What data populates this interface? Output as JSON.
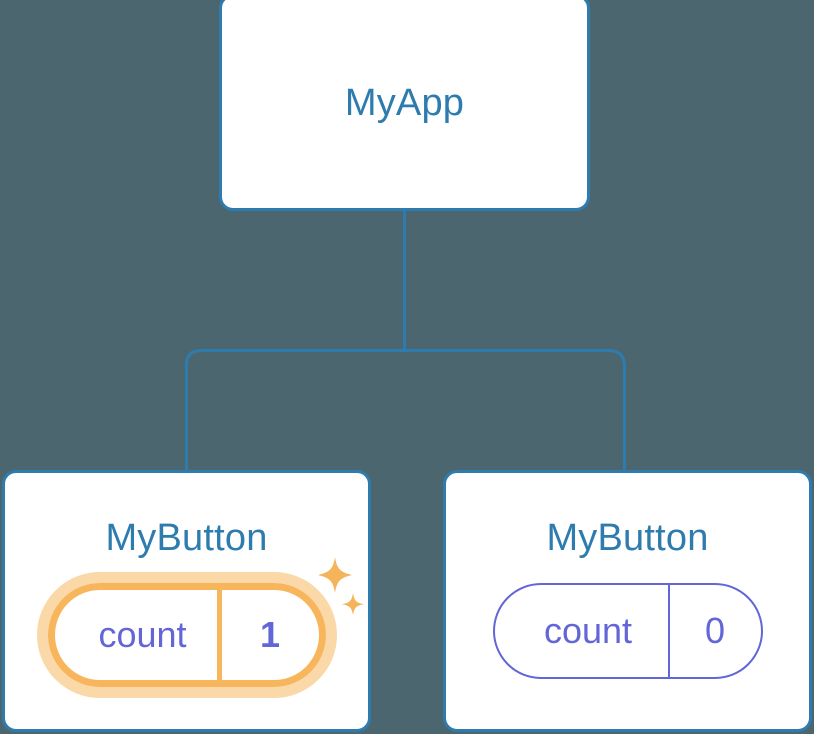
{
  "diagram": {
    "kind": "component-tree",
    "background_color": "#4c6670",
    "node_border_color": "#2e7cae",
    "node_title_color": "#2e7cae",
    "connector_color": "#2e7cae",
    "state_color": "#6366d6",
    "highlight_color": "#f7b55c",
    "highlight_glow_color": "#fbd8a8",
    "root": {
      "title": "MyApp"
    },
    "children": [
      {
        "title": "MyButton",
        "state": {
          "key": "count",
          "value": "1"
        },
        "highlighted": true,
        "sparkle_icons": [
          "sparkle-large-icon",
          "sparkle-small-icon"
        ]
      },
      {
        "title": "MyButton",
        "state": {
          "key": "count",
          "value": "0"
        },
        "highlighted": false
      }
    ]
  }
}
